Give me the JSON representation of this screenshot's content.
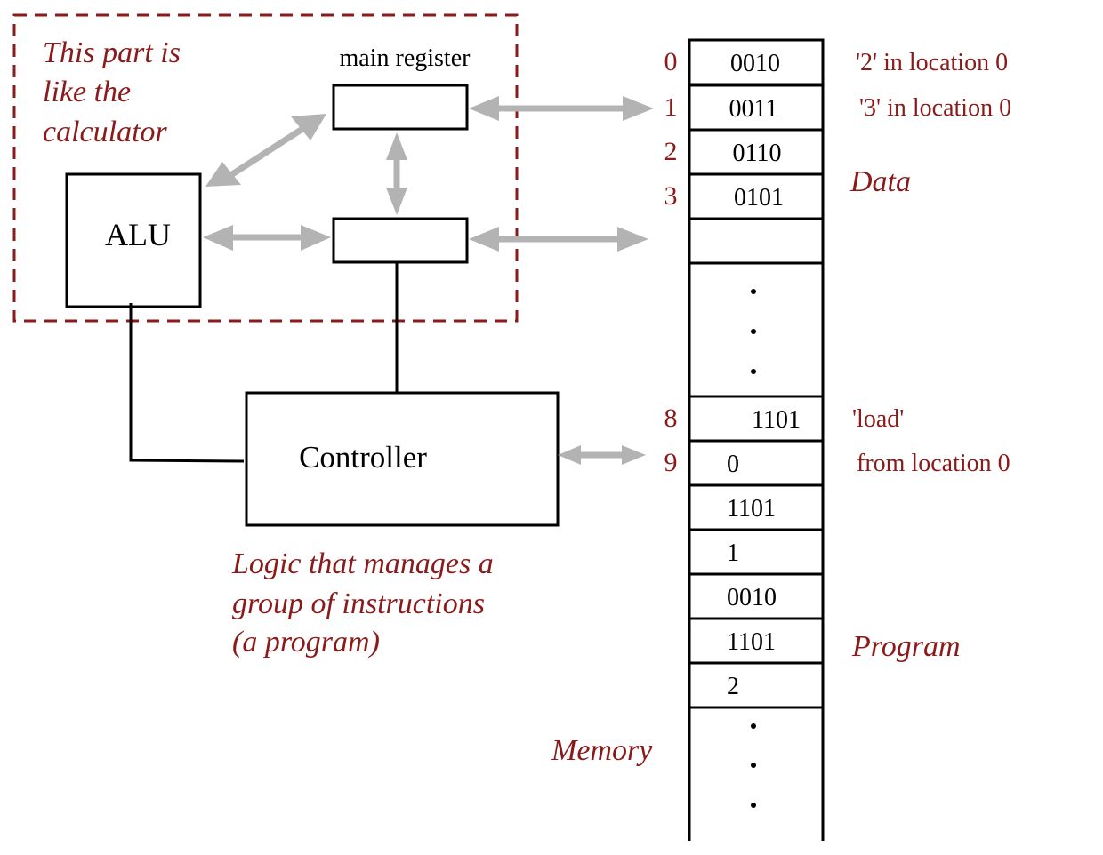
{
  "colors": {
    "annotation": "#8b1a1a",
    "arrow": "#b3b3b3",
    "line": "#000000",
    "background": "#ffffff"
  },
  "calculator_region": {
    "caption_lines": [
      "This part is",
      "like the",
      "calculator"
    ]
  },
  "components": {
    "main_register_label": "main register",
    "alu_label": "ALU",
    "controller_label": "Controller",
    "controller_caption_lines": [
      "Logic that manages a",
      "group of instructions",
      "(a program)"
    ]
  },
  "memory": {
    "label": "Memory",
    "data_label": "Data",
    "program_label": "Program",
    "ellipsis": "•",
    "cells": [
      {
        "address": "0",
        "value": "0010",
        "note": "'2' in location 0"
      },
      {
        "address": "1",
        "value": "0011",
        "note": "'3' in location 0"
      },
      {
        "address": "2",
        "value": "0110",
        "note": ""
      },
      {
        "address": "3",
        "value": "0101",
        "note": ""
      },
      {
        "address": "",
        "value": "",
        "note": ""
      },
      {
        "address": "8",
        "value": "1101",
        "note": "'load'"
      },
      {
        "address": "9",
        "value": "0",
        "note": "from location 0"
      },
      {
        "address": "",
        "value": "1101",
        "note": ""
      },
      {
        "address": "",
        "value": "1",
        "note": ""
      },
      {
        "address": "",
        "value": "0010",
        "note": ""
      },
      {
        "address": "",
        "value": "1101",
        "note": ""
      },
      {
        "address": "",
        "value": "2",
        "note": ""
      }
    ]
  }
}
